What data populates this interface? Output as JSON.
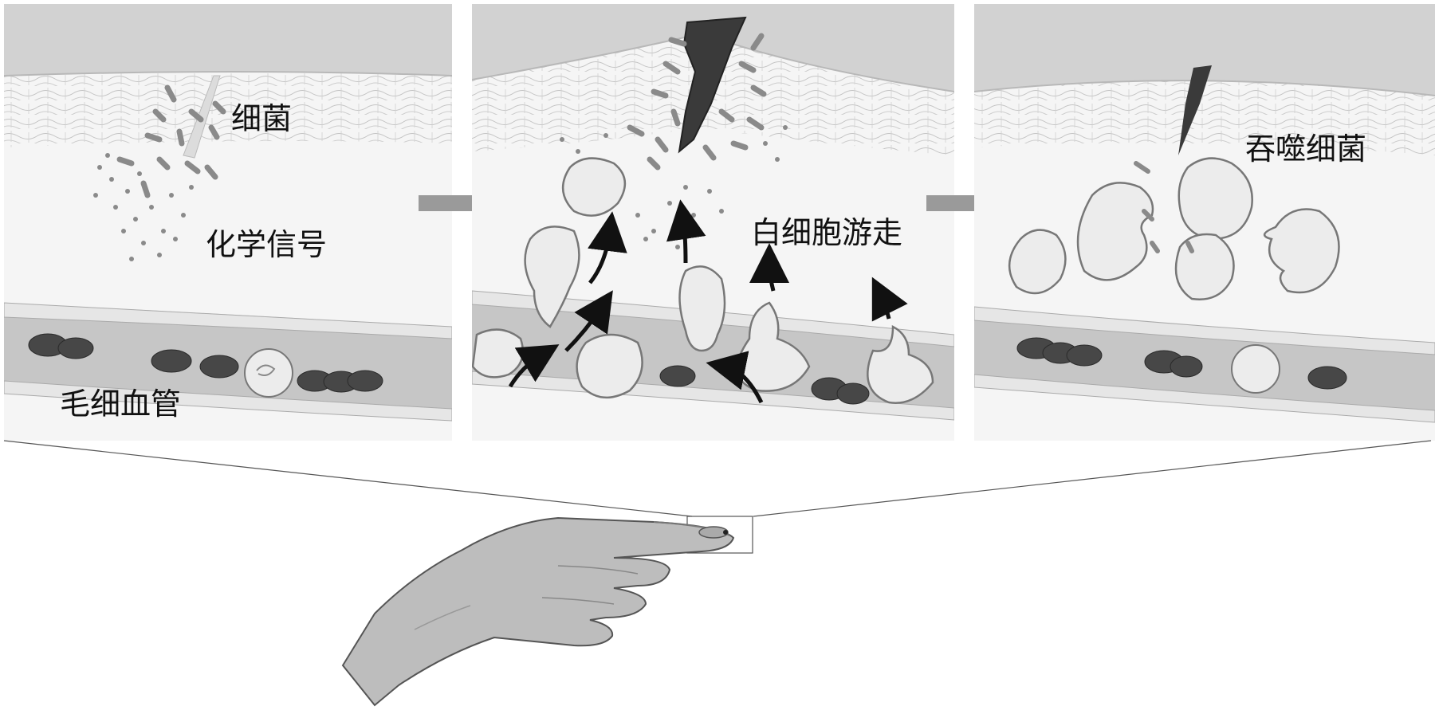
{
  "labels": {
    "bacteria": "细菌",
    "chemical_signal": "化学信号",
    "capillary": "毛细血管",
    "wbc_migration": "白细胞游走",
    "phagocytosis": "吞噬细菌"
  },
  "colors": {
    "sky": "#d4d4d4",
    "tissue": "#f4f4f4",
    "skin_line": "#bdbdbd",
    "vessel": "#c9c9c9",
    "vessel_wall": "#e4e4e4",
    "rbc": "#474747",
    "wbc": "#ececec",
    "bacteria": "#8a8a8a",
    "wound": "#3a3a3a",
    "arrow_gray": "#9a9a9a",
    "arrow_black": "#111111",
    "hand": "#bdbdbd"
  }
}
